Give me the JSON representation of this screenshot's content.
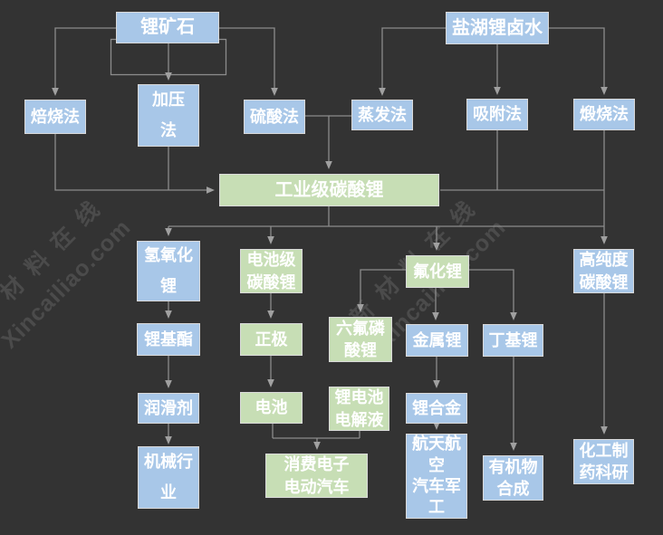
{
  "diagram": {
    "colors": {
      "background": "#333333",
      "node_blue": "#a8c7e8",
      "node_green": "#c7deb5",
      "node_border": "#d9d9d9",
      "connector": "#8c8c8c",
      "text": "#ffffff",
      "watermark": "#4f4f4f"
    },
    "watermark": {
      "cn": "新材料在线",
      "en": "Xincailiao.com"
    },
    "nodes": {
      "li_ore": {
        "label": "锂矿石"
      },
      "salt_brine": {
        "label": "盐湖锂卤水"
      },
      "roasting": {
        "label": "焙烧法"
      },
      "pressure": {
        "label": "加压\n法"
      },
      "sulfuric": {
        "label": "硫酸法"
      },
      "evaporation": {
        "label": "蒸发法"
      },
      "adsorption": {
        "label": "吸附法"
      },
      "calcination": {
        "label": "煅烧法"
      },
      "industrial": {
        "label": "工业级碳酸锂"
      },
      "lioh": {
        "label": "氢氧化\n锂"
      },
      "battery_grade": {
        "label": "电池级\n碳酸锂"
      },
      "lif": {
        "label": "氟化锂"
      },
      "high_purity": {
        "label": "高纯度\n碳酸锂"
      },
      "li_ester": {
        "label": "锂基酯"
      },
      "cathode": {
        "label": "正极"
      },
      "lipf6": {
        "label": "六氟磷\n酸锂"
      },
      "li_metal": {
        "label": "金属锂"
      },
      "butyl_li": {
        "label": "丁基锂"
      },
      "lubricant": {
        "label": "润滑剂"
      },
      "battery": {
        "label": "电池"
      },
      "electrolyte": {
        "label": "锂电池\n电解液"
      },
      "li_alloy": {
        "label": "锂合金"
      },
      "machinery": {
        "label": "机械行\n业"
      },
      "consumer": {
        "label": "消费电子\n电动汽车"
      },
      "aerospace": {
        "label": "航天航\n空\n汽车军\n工"
      },
      "organic": {
        "label": "有机物\n合成"
      },
      "chemical": {
        "label": "化工制\n药科研"
      }
    }
  }
}
